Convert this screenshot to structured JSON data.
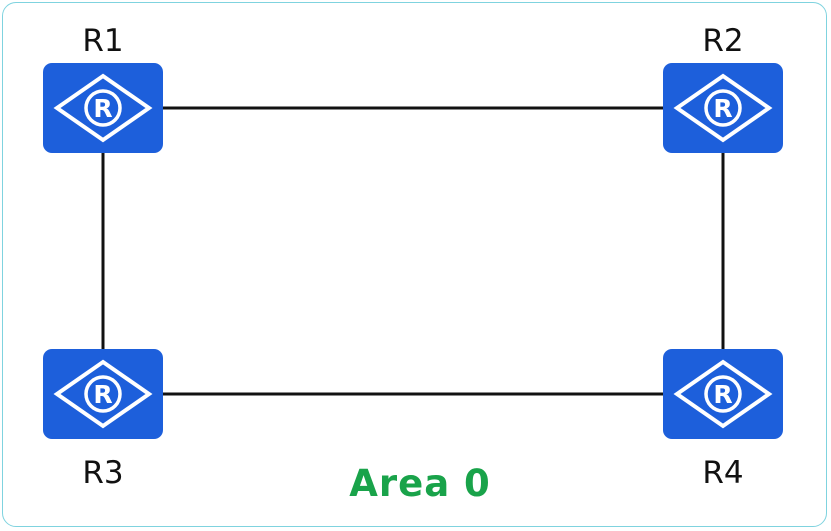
{
  "area": {
    "label": "Area 0",
    "color": "#19a34a"
  },
  "style": {
    "router_color": "#1d5fdb",
    "router_symbol": "R",
    "link_color": "#111111"
  },
  "routers": [
    {
      "id": "r1",
      "name": "R1"
    },
    {
      "id": "r2",
      "name": "R2"
    },
    {
      "id": "r3",
      "name": "R3"
    },
    {
      "id": "r4",
      "name": "R4"
    }
  ],
  "links": [
    {
      "from": "r1",
      "to": "r2"
    },
    {
      "from": "r1",
      "to": "r3"
    },
    {
      "from": "r2",
      "to": "r4"
    },
    {
      "from": "r3",
      "to": "r4"
    }
  ]
}
